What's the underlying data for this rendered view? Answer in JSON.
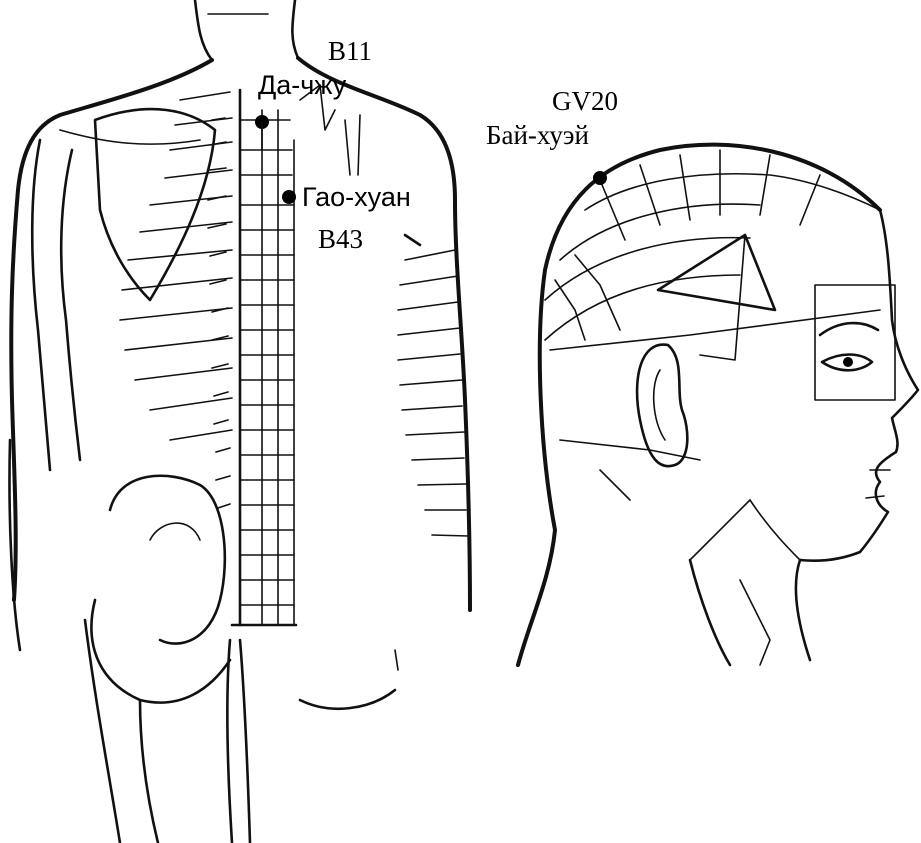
{
  "points": {
    "b11": {
      "code": "B11",
      "name": "Да-чжу"
    },
    "b43": {
      "code": "B43",
      "name": "Гао-хуан"
    },
    "gv20": {
      "code": "GV20",
      "name": "Бай-хуэй"
    }
  }
}
